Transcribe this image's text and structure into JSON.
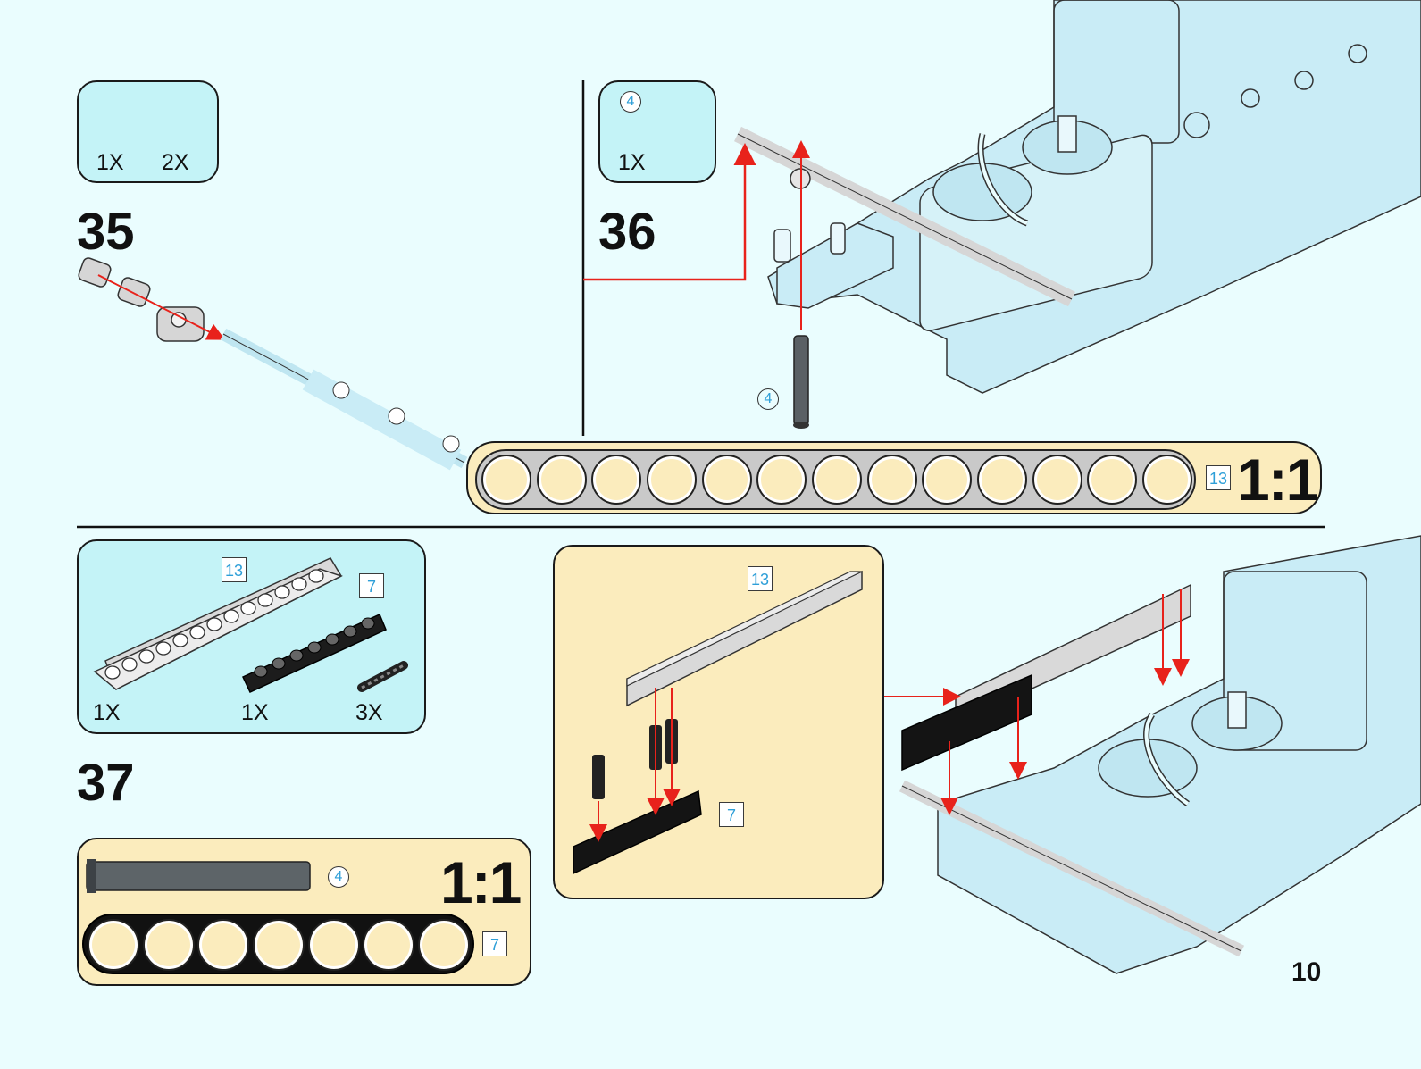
{
  "page": {
    "number": "10"
  },
  "steps": [
    {
      "number": "35",
      "parts": [
        {
          "name": "axle-pin-connector",
          "qty": "1X"
        },
        {
          "name": "bush",
          "qty": "2X"
        }
      ]
    },
    {
      "number": "36",
      "parts": [
        {
          "name": "axle-4",
          "qty": "1X",
          "length": "4"
        }
      ],
      "axle_length_label": "4",
      "scale": {
        "ratio": "1:1",
        "length": "13"
      }
    },
    {
      "number": "37",
      "parts": [
        {
          "name": "beam-13",
          "qty": "1X",
          "length": "13"
        },
        {
          "name": "beam-7",
          "qty": "1X",
          "length": "7"
        },
        {
          "name": "friction-pin",
          "qty": "3X"
        }
      ],
      "scale": {
        "ratio": "1:1",
        "axle_length": "4",
        "beam_length": "7"
      },
      "sub_assembly": {
        "beam_top_length": "13",
        "beam_bottom_length": "7"
      }
    }
  ],
  "colors": {
    "background": "#eafdfe",
    "parts_box": "#c4f3f7",
    "scale_box": "#fbecbd",
    "arrow": "#e8221b",
    "model": "#c9ecf6"
  },
  "icons": [
    "arrow-icon",
    "beam-icon",
    "axle-icon",
    "pin-icon",
    "bush-icon"
  ]
}
